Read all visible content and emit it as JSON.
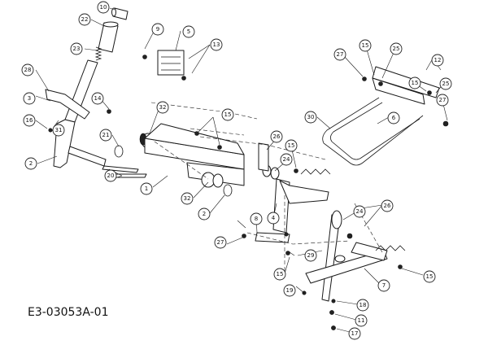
{
  "diagram_code": "E3-03053A-01",
  "callouts": [
    {
      "id": "c10",
      "label": "10"
    },
    {
      "id": "c22",
      "label": "22"
    },
    {
      "id": "c9",
      "label": "9"
    },
    {
      "id": "c5",
      "label": "5"
    },
    {
      "id": "c13",
      "label": "13"
    },
    {
      "id": "c23",
      "label": "23"
    },
    {
      "id": "c28",
      "label": "28"
    },
    {
      "id": "c3",
      "label": "3"
    },
    {
      "id": "c14",
      "label": "14"
    },
    {
      "id": "c16",
      "label": "16"
    },
    {
      "id": "c31",
      "label": "31"
    },
    {
      "id": "c2",
      "label": "2"
    },
    {
      "id": "c21",
      "label": "21"
    },
    {
      "id": "c32a",
      "label": "32"
    },
    {
      "id": "c15a",
      "label": "15"
    },
    {
      "id": "c20",
      "label": "20"
    },
    {
      "id": "c1",
      "label": "1"
    },
    {
      "id": "c32b",
      "label": "32"
    },
    {
      "id": "c2b",
      "label": "2"
    },
    {
      "id": "c26a",
      "label": "26"
    },
    {
      "id": "c24",
      "label": "24"
    },
    {
      "id": "c15b",
      "label": "15"
    },
    {
      "id": "c27a",
      "label": "27"
    },
    {
      "id": "c15c",
      "label": "15"
    },
    {
      "id": "c25a",
      "label": "25"
    },
    {
      "id": "c12",
      "label": "12"
    },
    {
      "id": "c15d",
      "label": "15"
    },
    {
      "id": "c25b",
      "label": "25"
    },
    {
      "id": "c27b",
      "label": "27"
    },
    {
      "id": "c30",
      "label": "30"
    },
    {
      "id": "c6",
      "label": "6"
    },
    {
      "id": "c8",
      "label": "8"
    },
    {
      "id": "c4",
      "label": "4"
    },
    {
      "id": "c26b",
      "label": "26"
    },
    {
      "id": "c24b",
      "label": "24"
    },
    {
      "id": "c27c",
      "label": "27"
    },
    {
      "id": "c29",
      "label": "29"
    },
    {
      "id": "c15e",
      "label": "15"
    },
    {
      "id": "c15f",
      "label": "15"
    },
    {
      "id": "c7",
      "label": "7"
    },
    {
      "id": "c19",
      "label": "19"
    },
    {
      "id": "c18",
      "label": "18"
    },
    {
      "id": "c11",
      "label": "11"
    },
    {
      "id": "c17",
      "label": "17"
    }
  ]
}
